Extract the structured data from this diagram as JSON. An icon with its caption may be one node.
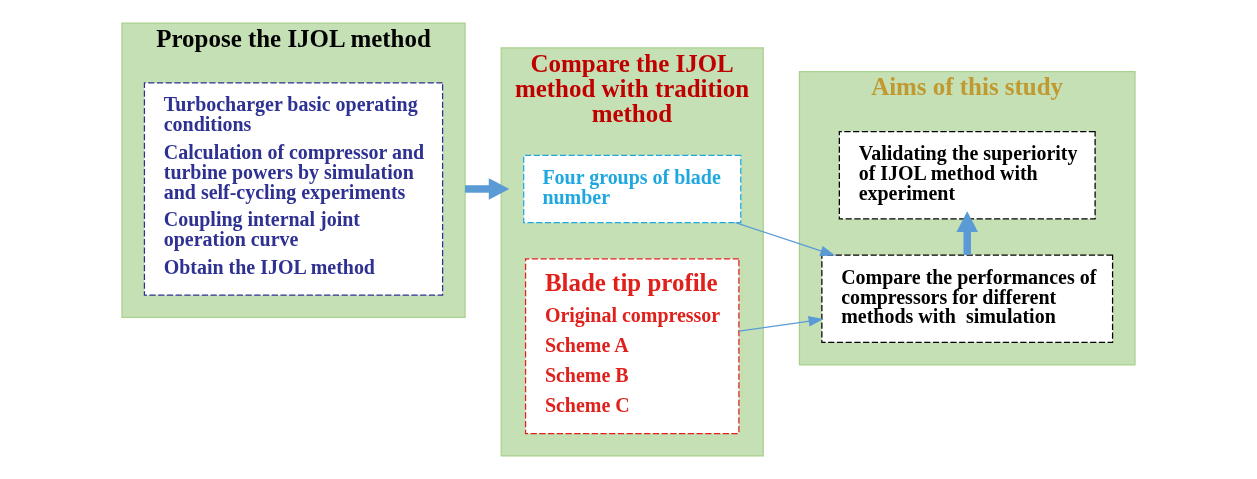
{
  "diagram": {
    "nodes": [
      {
        "text": [
          "Propose the IJOL method"
        ]
      },
      {
        "text": [
          "Turbocharger basic operating conditions",
          "Calculation of compressor and turbine powers by simulation and self-cycling experiments",
          "Coupling internal joint operation curve",
          "Obtain the IJOL method"
        ],
        "in": 0
      },
      {
        "text": [
          "Compare the IJOL method with tradition method"
        ]
      },
      {
        "text": [
          "Four groups of blade number"
        ],
        "in": 2
      },
      {
        "text": [
          "Blade tip profile",
          "Original compressor",
          "Scheme A",
          "Scheme B",
          "Scheme C"
        ],
        "in": 2
      },
      {
        "text": [
          "Aims of this study"
        ]
      },
      {
        "text": [
          "Compare the performances of compressors for different methods with  simulation"
        ],
        "in": 5
      },
      {
        "text": [
          "Validating the superiority of IJOL method with experiment"
        ],
        "in": 5
      }
    ],
    "edges": [
      {
        "from": 0,
        "to": 2,
        "arrow": "to",
        "style": "thick"
      },
      {
        "from": 3,
        "to": 6,
        "arrow": "to"
      },
      {
        "from": 4,
        "to": 6,
        "arrow": "to"
      },
      {
        "from": 6,
        "to": 7,
        "arrow": "to",
        "style": "thick"
      }
    ]
  }
}
